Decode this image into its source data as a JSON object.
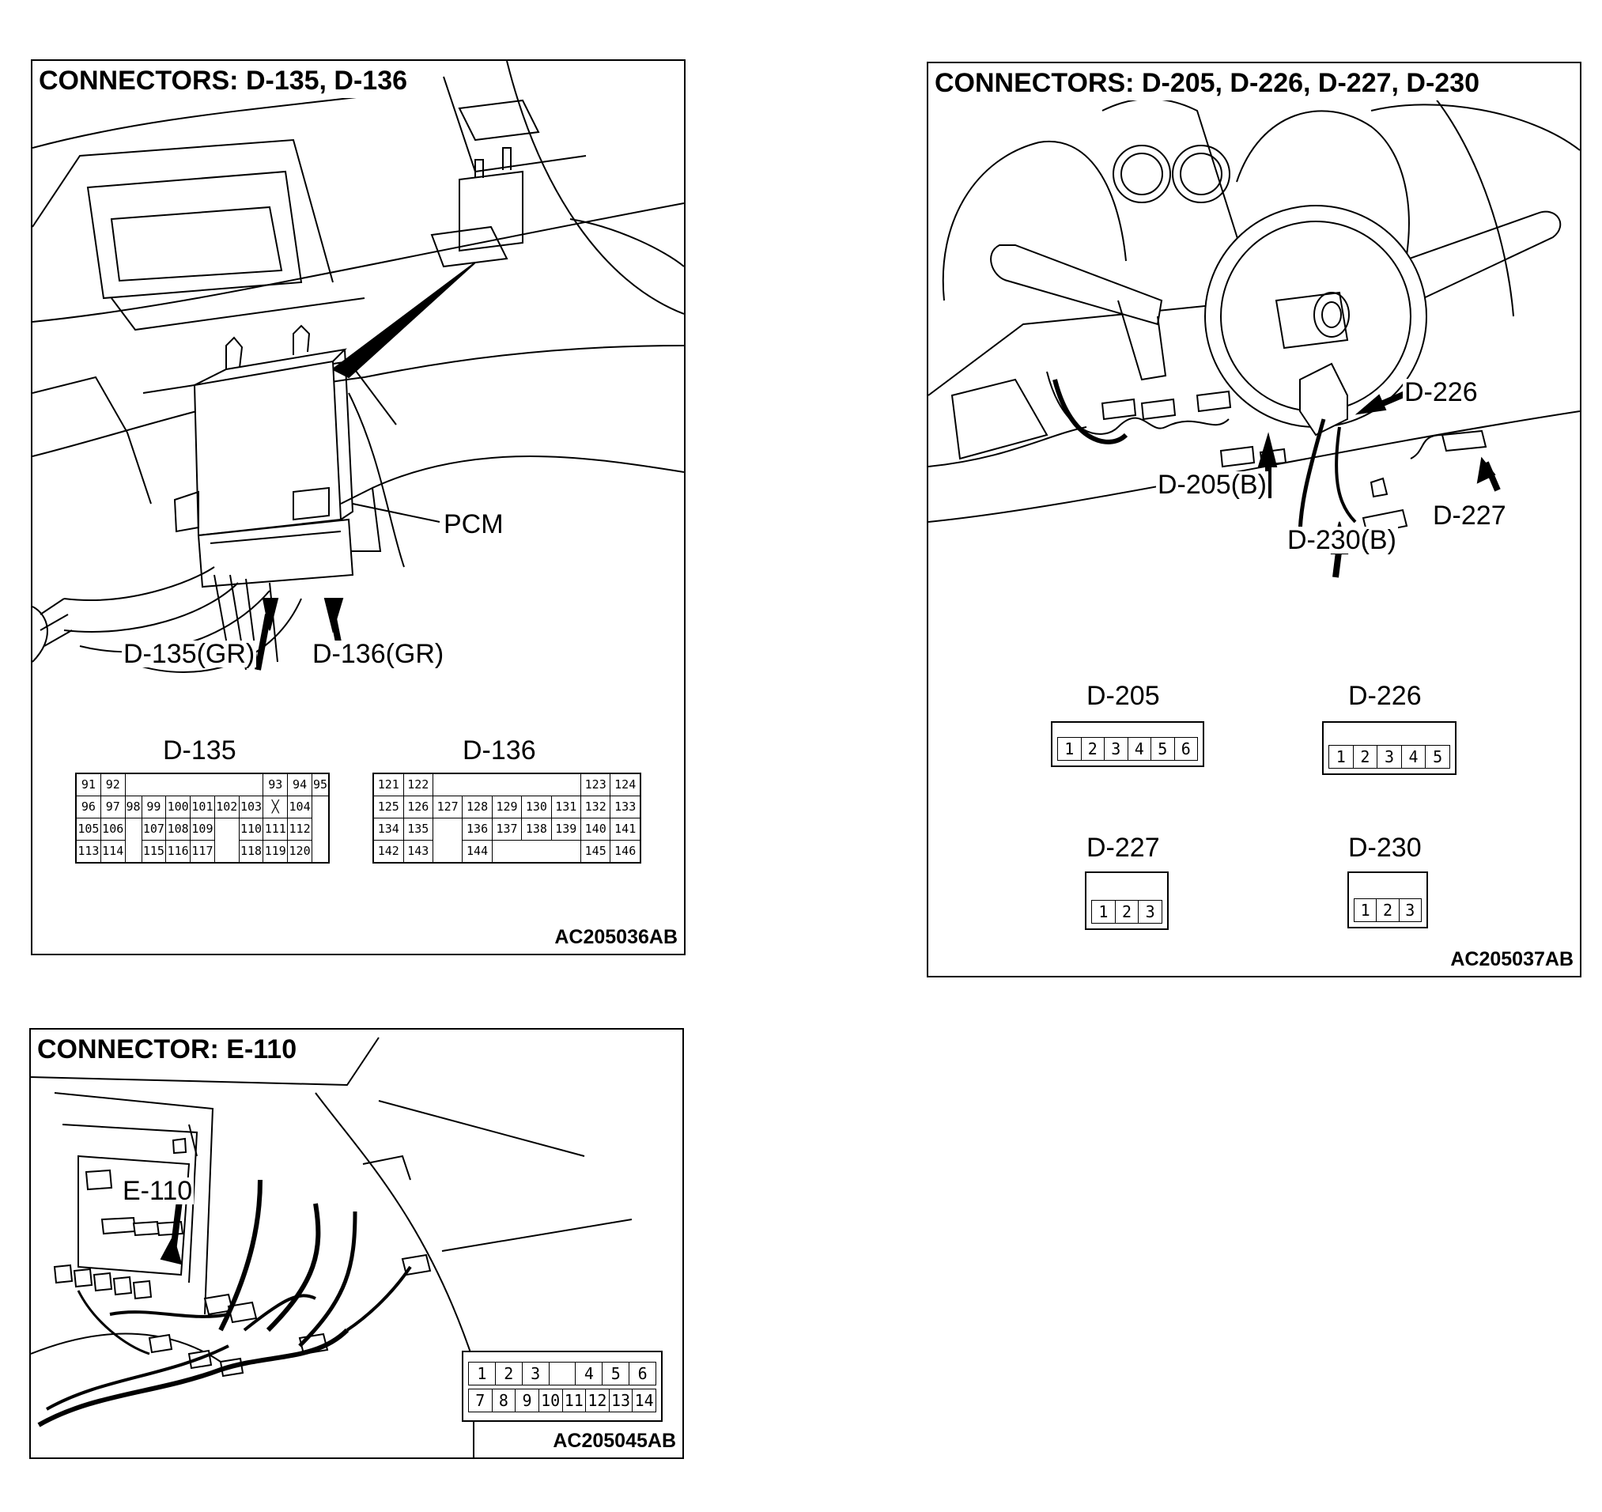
{
  "panels": {
    "pcm": {
      "title": "CONNECTORS: D-135, D-136",
      "code": "AC205036AB",
      "labels": {
        "pcm": "PCM",
        "d135": "D-135(GR)",
        "d136": "D-136(GR)"
      },
      "d135": {
        "name": "D-135",
        "rows": [
          [
            "91",
            "92",
            "",
            "",
            "",
            "",
            "",
            "",
            "93",
            "94",
            "95"
          ],
          [
            "96",
            "97",
            "98",
            "99",
            "100",
            "101",
            "102",
            "103",
            "X",
            "104"
          ],
          [
            "105",
            "106",
            "",
            "107",
            "108",
            "109",
            "",
            "110",
            "111",
            "112"
          ],
          [
            "113",
            "114",
            "",
            "115",
            "116",
            "117",
            "",
            "118",
            "119",
            "120"
          ]
        ]
      },
      "d136": {
        "name": "D-136",
        "rows": [
          [
            "121",
            "122",
            "",
            "",
            "",
            "",
            "",
            "123",
            "124"
          ],
          [
            "125",
            "126",
            "127",
            "128",
            "129",
            "130",
            "131",
            "132",
            "133"
          ],
          [
            "134",
            "135",
            "",
            "136",
            "137",
            "138",
            "139",
            "140",
            "141"
          ],
          [
            "142",
            "143",
            "",
            "144",
            "",
            "",
            "",
            "145",
            "146"
          ]
        ]
      }
    },
    "steering": {
      "title": "CONNECTORS: D-205, D-226, D-227, D-230",
      "code": "AC205037AB",
      "labels": {
        "d226": "D-226",
        "d205b": "D-205(B)",
        "d230b": "D-230(B)",
        "d227": "D-227"
      },
      "connectors": {
        "d205": {
          "name": "D-205",
          "pins": [
            "1",
            "2",
            "3",
            "4",
            "5",
            "6"
          ]
        },
        "d226": {
          "name": "D-226",
          "pins": [
            "1",
            "2",
            "3",
            "4",
            "5"
          ]
        },
        "d227": {
          "name": "D-227",
          "pins": [
            "1",
            "2",
            "3"
          ]
        },
        "d230": {
          "name": "D-230",
          "pins": [
            "1",
            "2",
            "3"
          ]
        }
      }
    },
    "e110": {
      "title": "CONNECTOR: E-110",
      "code": "AC205045AB",
      "labels": {
        "e110": "E-110"
      },
      "pins_top": [
        "1",
        "2",
        "3",
        "",
        "4",
        "5",
        "6"
      ],
      "pins_bottom": [
        "7",
        "8",
        "9",
        "10",
        "11",
        "12",
        "13",
        "14"
      ]
    }
  }
}
